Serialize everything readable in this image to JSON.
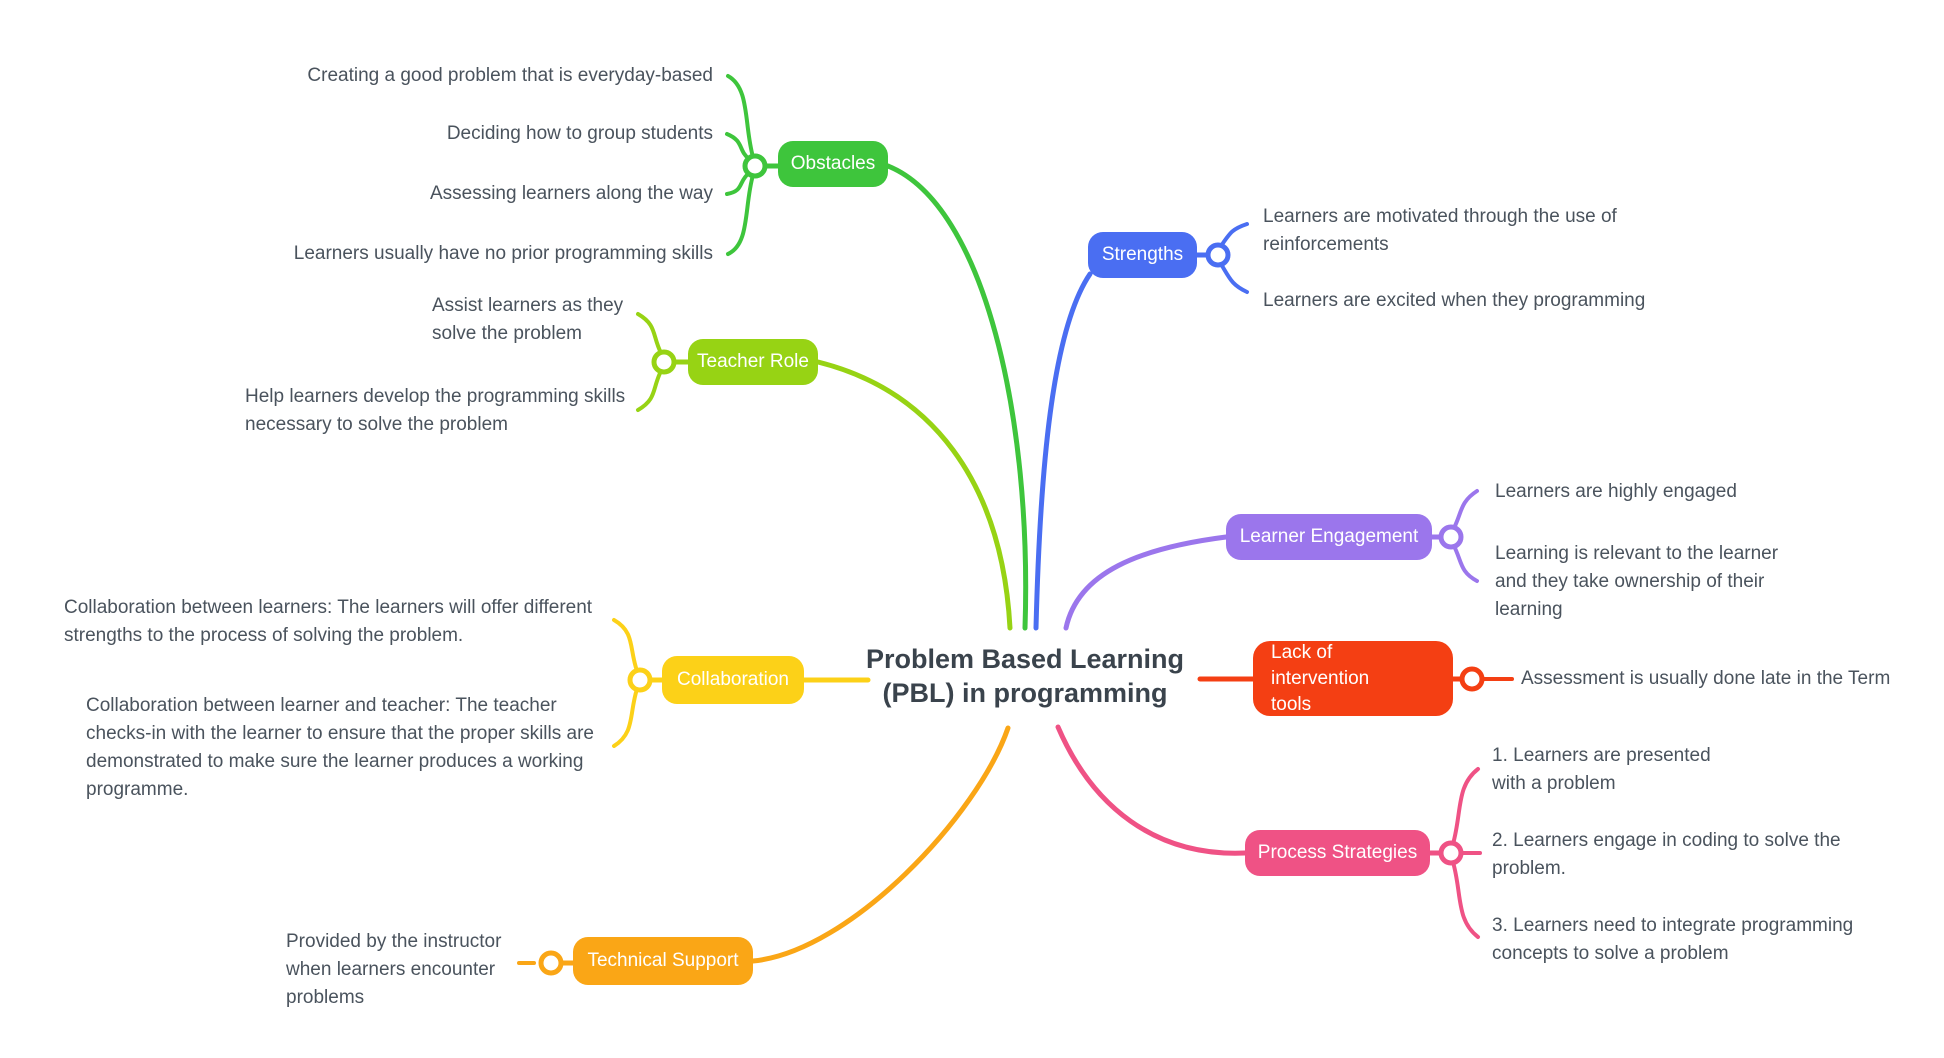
{
  "meta": {
    "background_color": "#ffffff",
    "leaf_text_color": "#4A535D",
    "central_text_color": "#3A434C"
  },
  "central": {
    "title": "Problem Based Learning\n(PBL) in programming"
  },
  "branches": {
    "obstacles": {
      "label": "Obstacles",
      "color": "#3EC53C",
      "leaves": [
        "Creating a good problem that is everyday-based",
        "Deciding how to group students",
        "Assessing learners along the way",
        "Learners usually have no prior programming skills"
      ]
    },
    "teacher_role": {
      "label": "Teacher Role",
      "color": "#97D314",
      "leaves": [
        "Assist learners as they\nsolve the problem",
        "Help learners develop the programming skills\nnecessary to solve the problem"
      ]
    },
    "strengths": {
      "label": "Strengths",
      "color": "#4A6EF2",
      "leaves": [
        "Learners are motivated through the use of\nreinforcements",
        "Learners are excited when they programming"
      ]
    },
    "learner_engagement": {
      "label": "Learner Engagement",
      "color": "#9B76EC",
      "leaves": [
        "Learners are highly engaged",
        "Learning is relevant to the learner\nand they take ownership of their\nlearning"
      ]
    },
    "lack_of_intervention_tools": {
      "label": "Lack of intervention\ntools",
      "color": "#F43F13",
      "leaves": [
        "Assessment is usually done late in the Term"
      ]
    },
    "process_strategies": {
      "label": "Process Strategies",
      "color": "#EF5285",
      "leaves": [
        "1. Learners are presented\nwith a problem",
        "2. Learners engage in coding to solve the\nproblem.",
        "3. Learners need to integrate programming\nconcepts to solve a problem"
      ]
    },
    "collaboration": {
      "label": "Collaboration",
      "color": "#FCD118",
      "leaves": [
        "Collaboration between learners: The learners will offer different\nstrengths to the process of solving the problem.",
        "Collaboration between learner and teacher: The teacher\nchecks-in with the learner to ensure that the proper skills are\ndemonstrated to make sure the learner produces a working\nprogramme."
      ]
    },
    "technical_support": {
      "label": "Technical Support",
      "color": "#FAA616",
      "leaves": [
        "Provided by the instructor\nwhen learners encounter\nproblems"
      ]
    }
  }
}
